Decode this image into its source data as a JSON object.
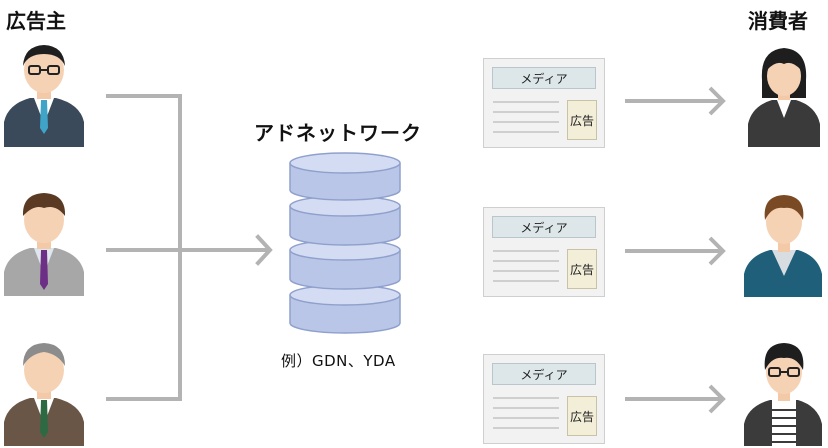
{
  "labels": {
    "advertiser": "広告主",
    "consumer": "消費者",
    "network_title": "アドネットワーク",
    "example": "例）GDN、YDA"
  },
  "media_cards": [
    {
      "title": "メディア",
      "ad": "広告"
    },
    {
      "title": "メディア",
      "ad": "広告"
    },
    {
      "title": "メディア",
      "ad": "広告"
    }
  ],
  "colors": {
    "arrow": "#b3b3b3",
    "disk_fill": "#b9c6e8",
    "disk_top": "#d3dcf2",
    "disk_stroke": "#8fa0cc"
  }
}
